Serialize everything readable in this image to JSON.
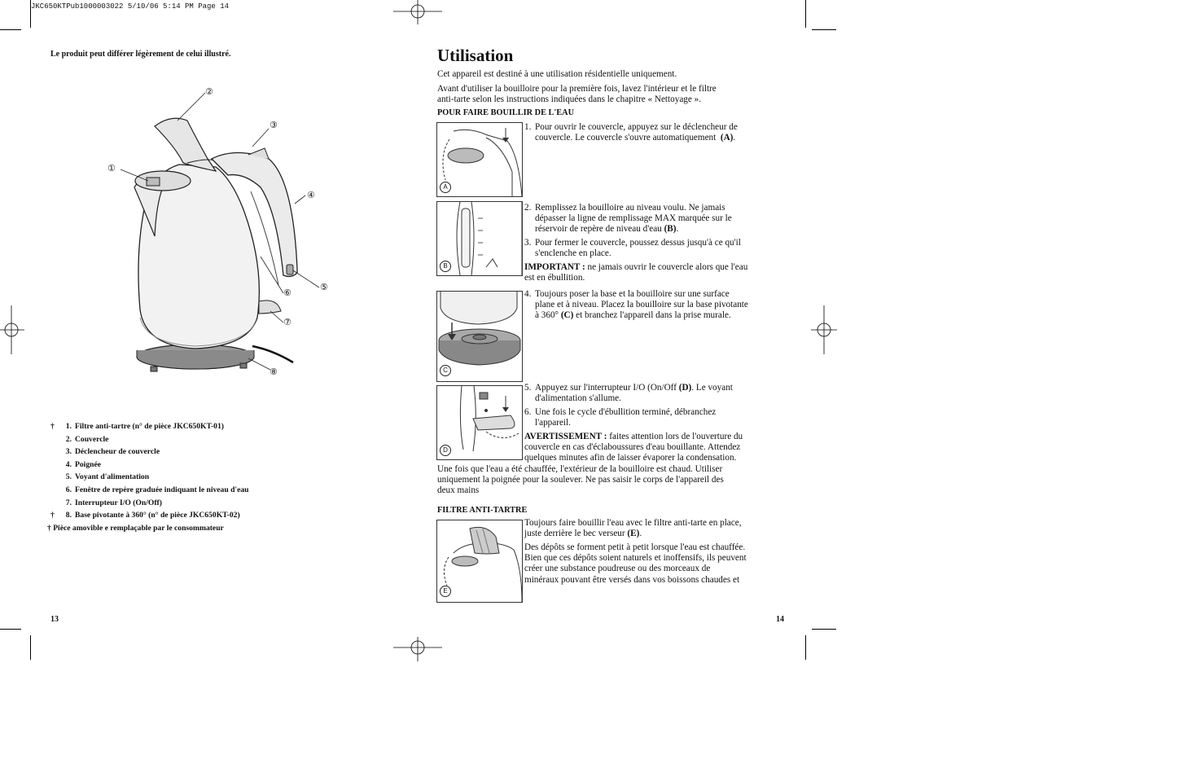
{
  "header": {
    "slug": "JKC650KTPub1000003022  5/10/06  5:14 PM  Page 14"
  },
  "left_page": {
    "disclaimer": "Le produit peut différer légèrement de celui illustré.",
    "callouts": [
      "①",
      "②",
      "③",
      "④",
      "⑤",
      "⑥",
      "⑦",
      "⑧"
    ],
    "parts": [
      {
        "dagger": "†",
        "num": "1.",
        "text": "Filtre anti-tartre (n° de pièce JKC650KT-01)"
      },
      {
        "dagger": "",
        "num": "2.",
        "text": "Couvercle"
      },
      {
        "dagger": "",
        "num": "3.",
        "text": "Déclencheur de couvercle"
      },
      {
        "dagger": "",
        "num": "4.",
        "text": "Poignée"
      },
      {
        "dagger": "",
        "num": "5.",
        "text": "Voyant d'alimentation"
      },
      {
        "dagger": "",
        "num": "6.",
        "text": "Fenêtre de repère graduée indiquant le niveau d'eau"
      },
      {
        "dagger": "",
        "num": "7.",
        "text": "Interrupteur I/O (On/Off)"
      },
      {
        "dagger": "†",
        "num": "8.",
        "text": "Base pivotante à 360° (n° de pièce JKC650KT-02)"
      }
    ],
    "footnote": "† Pièce amovible e remplaçable par le consommateur",
    "page_number": "13"
  },
  "right_page": {
    "title": "Utilisation",
    "intro1": "Cet appareil est destiné à une utilisation résidentielle uniquement.",
    "intro2a": "Avant d'utiliser la bouilloire pour la première fois, lavez l'intérieur et le filtre",
    "intro2b": "anti-tarte selon les instructions indiquées dans le chapitre « Nettoyage ».",
    "section1": "POUR FAIRE BOUILLIR DE L'EAU",
    "fig_labels": {
      "a": "A",
      "b": "B",
      "c": "C",
      "d": "D",
      "e": "E"
    },
    "step1": {
      "num": "1.",
      "l1": "Pour ouvrir le couvercle, appuyez sur le déclencheur de",
      "l2": "couvercle. Le couvercle s'ouvre automatiquement",
      "ref": "(A)",
      "end": "."
    },
    "step2": {
      "num": "2.",
      "l1": "Remplissez la bouilloire au niveau voulu. Ne jamais",
      "l2": "dépasser la ligne de remplissage MAX marquée sur le",
      "l3": "réservoir de repère de niveau d'eau",
      "ref": "(B)",
      "end": "."
    },
    "step3": {
      "num": "3.",
      "l1": "Pour fermer le couvercle, poussez dessus jusqu'à ce qu'il",
      "l2": "s'enclenche en place."
    },
    "important": {
      "label": "IMPORTANT :",
      "l1": " ne jamais ouvrir le couvercle alors que l'eau",
      "l2": "est en ébullition."
    },
    "step4": {
      "num": "4.",
      "l1": "Toujours poser la base et la bouilloire sur une surface",
      "l2": "plane et à niveau. Placez la bouilloire sur la base pivotante",
      "l3a": "à 360°",
      "ref": "(C)",
      "l3b": "et branchez l'appareil dans la prise murale."
    },
    "step5": {
      "num": "5.",
      "l1a": "Appuyez sur l'interrupteur I/O (On/Off",
      "ref": "(D)",
      "l1b": ". Le voyant",
      "l2": "d'alimentation s'allume."
    },
    "step6": {
      "num": "6.",
      "l1": "Une fois le cycle d'ébullition terminé, débranchez",
      "l2": "l'appareil."
    },
    "warning": {
      "label": "AVERTISSEMENT :",
      "l1": " faites attention lors de l'ouverture du",
      "l2": "couvercle en cas d'éclaboussures d'eau bouillante. Attendez",
      "l3": "quelques minutes afin de laisser évaporer la condensation."
    },
    "after1": "Une fois que l'eau a été chauffée, l'extérieur de la bouilloire est chaud. Utiliser",
    "after2": "uniquement la poignée pour la soulever. Ne pas saisir le corps de l'appareil des",
    "after3": "deux mains",
    "section2": "FILTRE ANTI-TARTRE",
    "filter1a": "Toujours faire bouillir l'eau avec le filtre anti-tarte en place,",
    "filter1b": "juste derrière le bec verseur",
    "filter_ref": "(E)",
    "filter1c": ".",
    "filter2a": "Des dépôts se forment petit à petit lorsque l'eau est chauffée.",
    "filter2b": "Bien que ces dépôts soient naturels et inoffensifs, ils peuvent",
    "filter2c": "créer une substance poudreuse ou des morceaux de",
    "filter2d": "minéraux pouvant être versés dans vos boissons chaudes et",
    "page_number": "14"
  }
}
